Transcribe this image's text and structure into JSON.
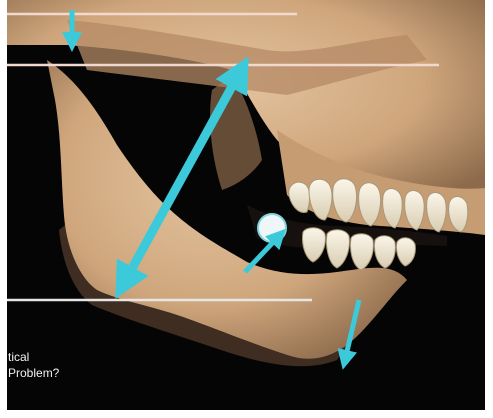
{
  "image": {
    "subject": "skull-jaw-lateral-view",
    "accent_color": "#3cc9d9",
    "bone_color": "#d7b48e",
    "background_color": "#050505",
    "reference_line_color": "#f1d9cf"
  },
  "caption": {
    "line1": "tical",
    "line2": "Problem?"
  }
}
